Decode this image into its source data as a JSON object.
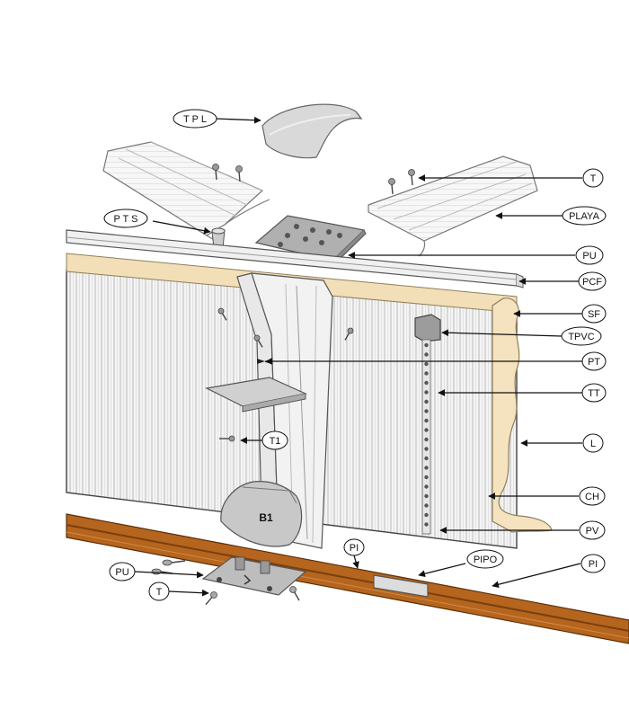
{
  "labels": {
    "tpl": "T P L",
    "pts": "P T S",
    "t_top": "T",
    "playa": "PLAYA",
    "pu_top": "PU",
    "pcf": "PCF",
    "sf": "SF",
    "tpvc": "TPVC",
    "pt": "PT",
    "tt": "TT",
    "t1": "T1",
    "l": "L",
    "ch": "CH",
    "pv": "PV",
    "b1": "B1",
    "pi_mid": "PI",
    "pipo": "PIPO",
    "pi_right": "PI",
    "pu_bottom": "PU",
    "t_bottom": "T"
  },
  "colors": {
    "wall_fill": "#f3f3f3",
    "wall_stripe": "#c9c9c9",
    "liner": "#f5e3bf",
    "liner_edge": "#9a8a66",
    "base_wood": "#b5651d",
    "base_wood_dark": "#7a3f10",
    "metal": "#b8b8b8",
    "metal_dark": "#7d7d7d",
    "outline": "#555555",
    "arrow": "#111111"
  }
}
